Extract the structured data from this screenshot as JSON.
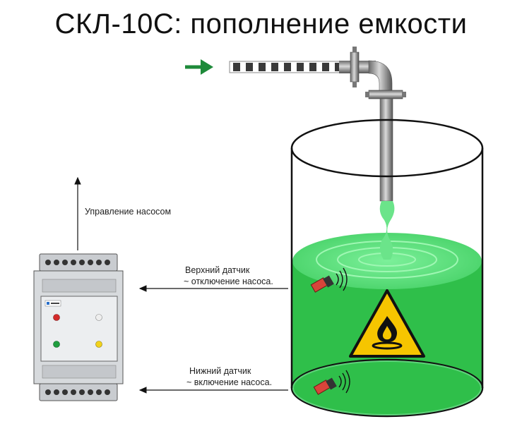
{
  "title": "СКЛ-10С: пополнение емкости",
  "labels": {
    "pump_control": "Управление насосом",
    "upper_sensor_line1": "Верхний датчик",
    "upper_sensor_line2": "~ отключение насоса.",
    "lower_sensor_line1": "Нижний датчик",
    "lower_sensor_line2": "~ включение насоса."
  },
  "device": {
    "brand": "relay-logo"
  },
  "icons": {
    "flow_arrow": "green-arrow-right-icon",
    "warning": "flammable-warning-triangle-icon",
    "sensor": "sensor-probe-icon"
  },
  "colors": {
    "liquid": "#2fbf4a",
    "liquid_surface": "#5de07a",
    "flow_arrow": "#1e8a3a",
    "warning_fill": "#f6c500",
    "sensor": "#d8443a",
    "led_red": "#d42b2b",
    "led_green": "#1f9e3f",
    "led_yellow": "#f2d21b",
    "led_white": "#eeeeee"
  }
}
